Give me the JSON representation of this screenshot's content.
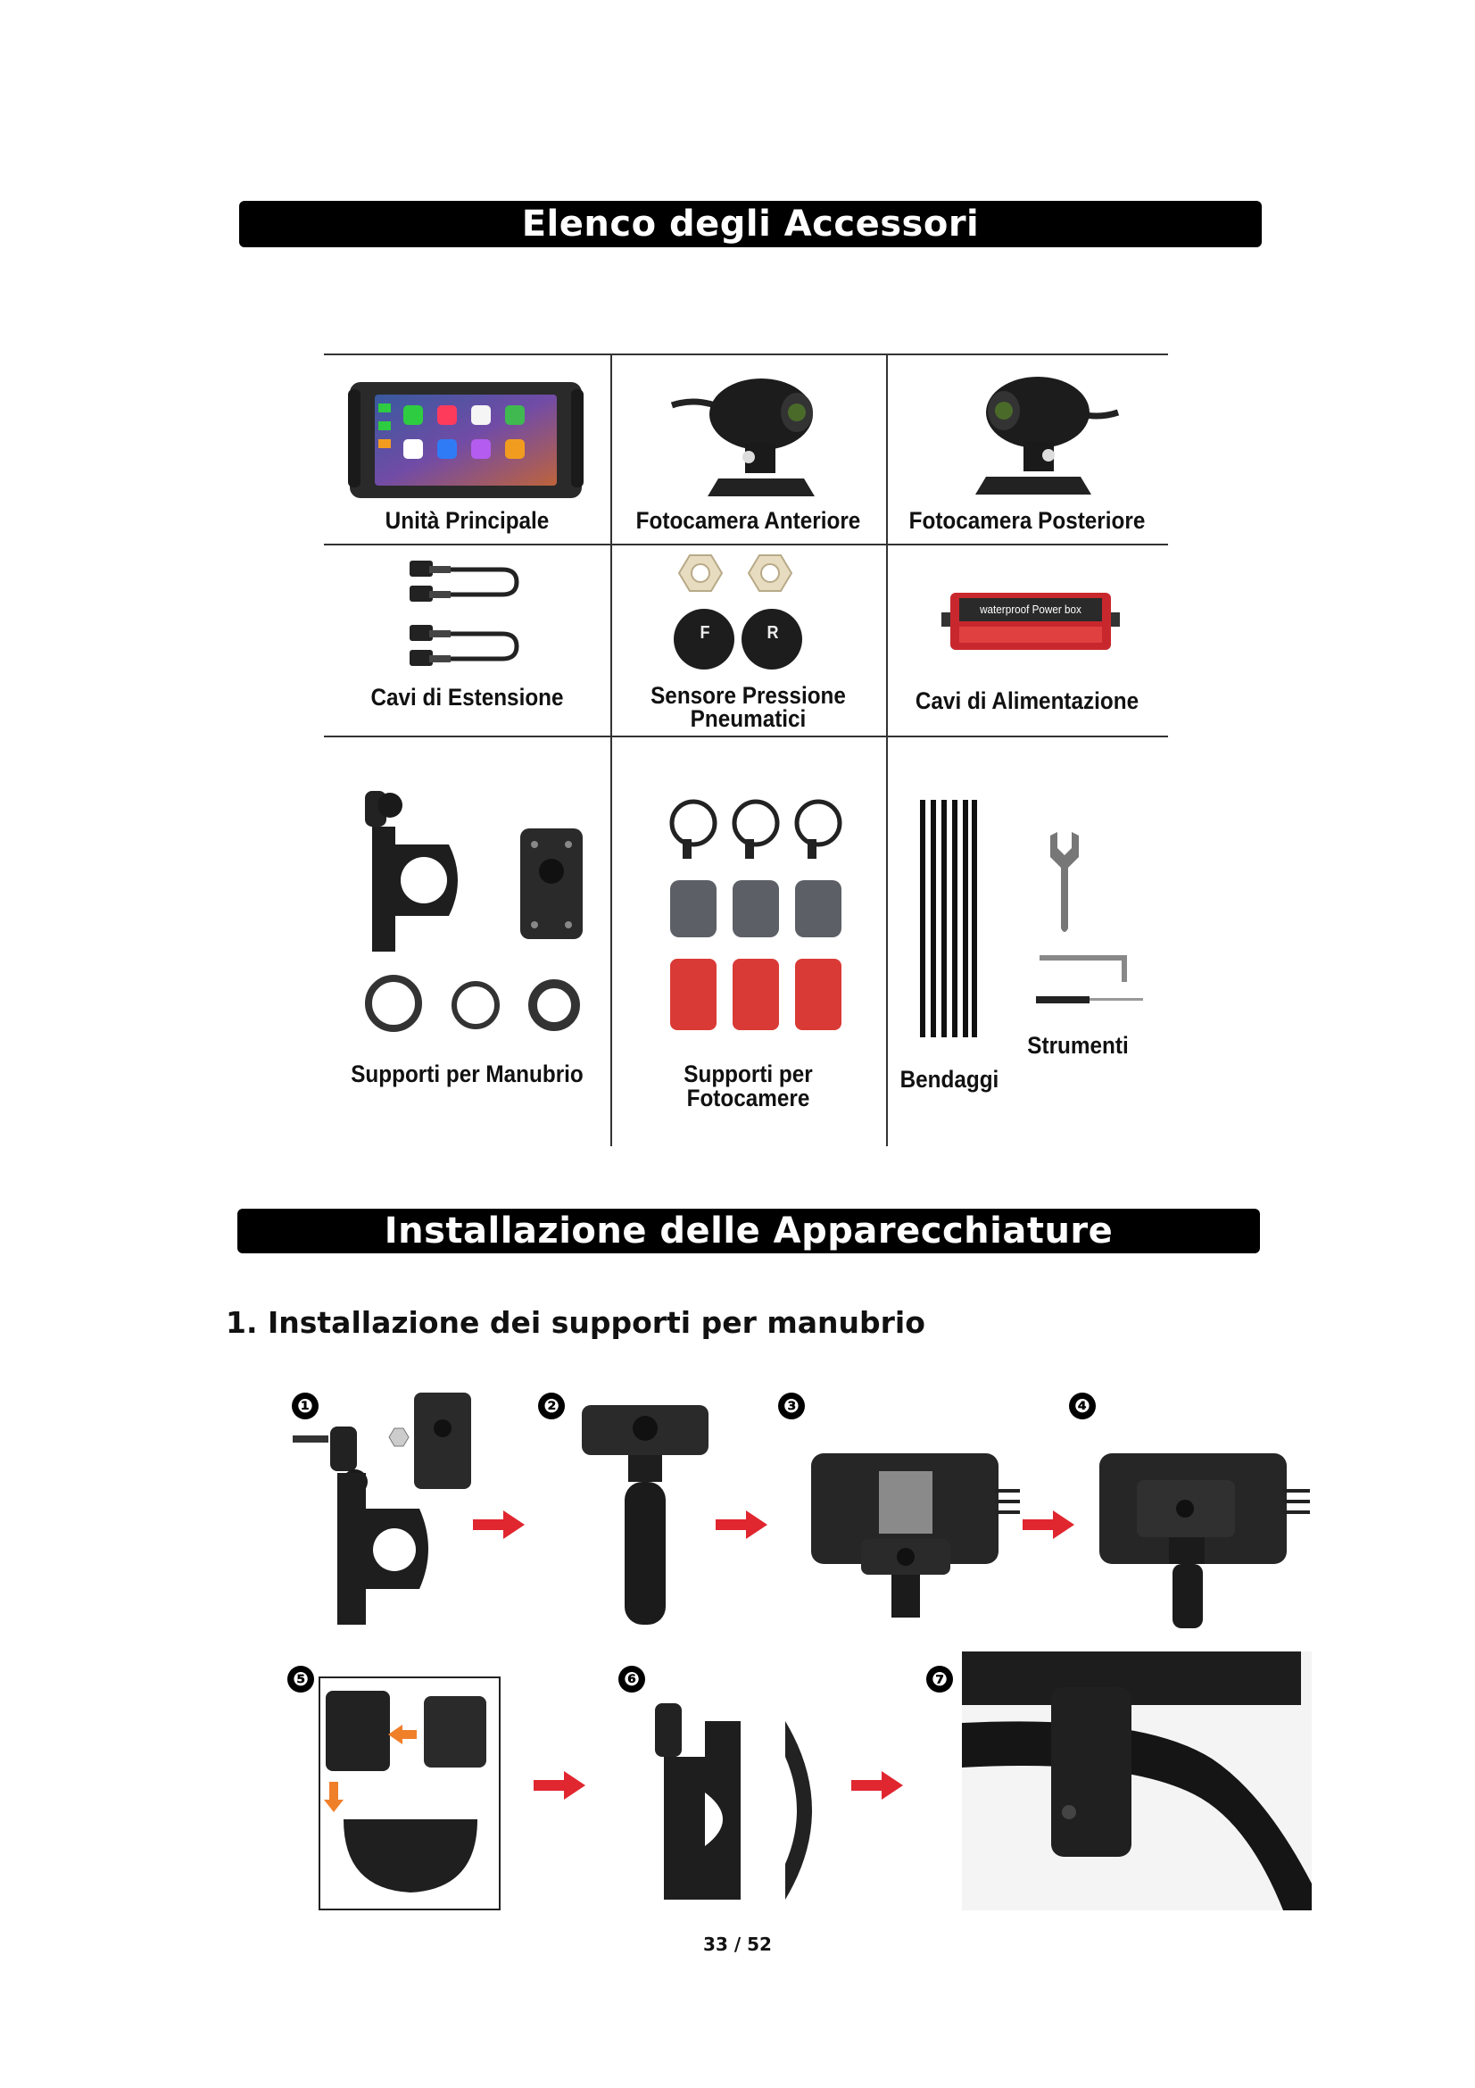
{
  "banners": {
    "accessories": "Elenco degli Accessori",
    "installation": "Installazione delle Apparecchiature"
  },
  "accessories": [
    {
      "label": "Unità Principale",
      "icon": "main-unit-screen"
    },
    {
      "label": "Fotocamera Anteriore",
      "icon": "front-camera"
    },
    {
      "label": "Fotocamera Posteriore",
      "icon": "rear-camera"
    },
    {
      "label": "Cavi di Estensione",
      "icon": "extension-cables"
    },
    {
      "label_line1": "Sensore Pressione",
      "label_line2": "Pneumatici",
      "sensor_letters": [
        "F",
        "R"
      ],
      "icon": "tire-pressure-sensors"
    },
    {
      "label": "Cavi di Alimentazione",
      "box_text": "waterproof  Power  box",
      "icon": "power-box"
    },
    {
      "label": "Supporti per Manubrio",
      "icon": "handlebar-mounts"
    },
    {
      "label": "Supporti per Fotocamere",
      "icon": "camera-mounts"
    },
    {
      "label": "Bendaggi",
      "icon": "cable-ties"
    },
    {
      "label": "Strumenti",
      "icon": "tools"
    }
  ],
  "section": {
    "heading": "1. Installazione dei supporti per manubrio"
  },
  "steps": [
    "❶",
    "❷",
    "❸",
    "❹",
    "❺",
    "❻",
    "❼"
  ],
  "colors": {
    "banner_bg": "#000000",
    "arrow_red": "#e0262f",
    "arrow_orange": "#f07f2a",
    "pad_red": "#d93a35",
    "pad_gray": "#5c6066"
  },
  "page": "33 / 52"
}
